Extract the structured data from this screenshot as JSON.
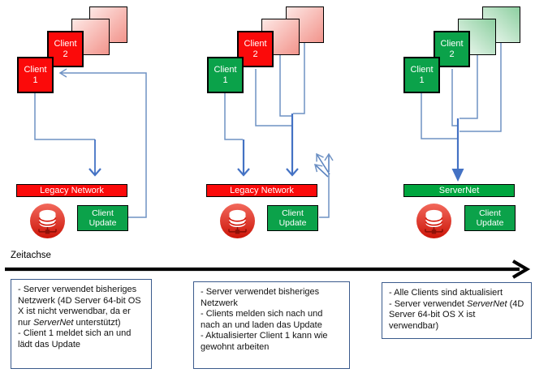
{
  "colors": {
    "client_red": "#fb0a0a",
    "client_green": "#0ba24a",
    "network_green": "#00a63f",
    "connector_blue": "#6f92c4",
    "arrow_blue": "#4472c4",
    "note_border_blue": "#3a5a8c",
    "db_icon_red": "#d41508"
  },
  "timeline": {
    "label": "Zeitachse"
  },
  "panels": [
    {
      "clients": {
        "client1": "Client 1",
        "client2": "Client 2"
      },
      "network_label": "Legacy Network",
      "update_label": "Client Update",
      "notes": [
        {
          "segments": [
            {
              "t": "- Server verwendet bisheriges Netzwerk (4D Server 64-bit OS X ist nicht verwendbar, da er nur "
            },
            {
              "t": "ServerNet",
              "italic": true
            },
            {
              "t": " unterstützt)"
            }
          ]
        },
        {
          "segments": [
            {
              "t": "- Client 1 meldet sich an und lädt das Update"
            }
          ]
        }
      ]
    },
    {
      "clients": {
        "client1": "Client 1",
        "client2": "Client 2"
      },
      "network_label": "Legacy Network",
      "update_label": "Client Update",
      "notes": [
        {
          "segments": [
            {
              "t": "- Server verwendet bisheriges Netzwerk"
            }
          ]
        },
        {
          "segments": [
            {
              "t": "- Clients melden sich nach und nach an und laden das Update"
            }
          ]
        },
        {
          "segments": [
            {
              "t": "- Aktualisierter Client 1 kann wie gewohnt arbeiten"
            }
          ]
        }
      ]
    },
    {
      "clients": {
        "client1": "Client 1",
        "client2": "Client 2"
      },
      "network_label": "ServerNet",
      "update_label": "Client Update",
      "notes": [
        {
          "segments": [
            {
              "t": "- Alle Clients sind aktualisiert"
            }
          ]
        },
        {
          "segments": [
            {
              "t": "- Server verwendet "
            },
            {
              "t": "ServerNet",
              "italic": true
            },
            {
              "t": " (4D Server 64-bit OS X ist verwendbar)"
            }
          ]
        }
      ]
    }
  ]
}
